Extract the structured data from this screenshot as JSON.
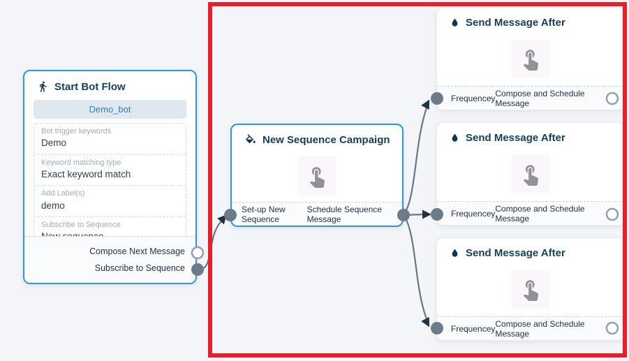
{
  "canvas": {
    "background_color": "#f4f5f8"
  },
  "annotation_box": {
    "color": "#e81e29"
  },
  "colors": {
    "node_accent_blue": "#2b96e4",
    "header_text": "#173e57",
    "connector_gray": "#6a7580",
    "port_fill_gray": "#6d7a88",
    "arrow_navy": "#1d3347",
    "bot_name_text": "#2f7fc1",
    "bot_name_bg": "#dfe7ef"
  },
  "start_node": {
    "icon": "walking-person-icon",
    "title": "Start Bot Flow",
    "bot_name": "Demo_bot",
    "fields": [
      {
        "label": "Bot trigger keywords",
        "value": "Demo"
      },
      {
        "label": "Keyword matching type",
        "value": "Exact keyword match"
      },
      {
        "label": "Add Label(s)",
        "value": "demo"
      },
      {
        "label": "Subscribe to Sequence",
        "value": "New sequence"
      }
    ],
    "outputs": [
      {
        "label": "Compose Next Message",
        "connected": false
      },
      {
        "label": "Subscribe to Sequence",
        "connected": true
      }
    ]
  },
  "sequence_node": {
    "icon": "paint-bucket-icon",
    "title": "New Sequence Campaign",
    "center_icon": "tap-hand-icon",
    "input_label": "Set-up New Sequence",
    "output_label": "Schedule Sequence Message"
  },
  "message_nodes": [
    {
      "icon": "water-droplet-icon",
      "title": "Send Message After",
      "center_icon": "tap-hand-icon",
      "input_label": "Frequencey",
      "output_label": "Compose and Schedule Message"
    },
    {
      "icon": "water-droplet-icon",
      "title": "Send Message After",
      "center_icon": "tap-hand-icon",
      "input_label": "Frequencey",
      "output_label": "Compose and Schedule Message"
    },
    {
      "icon": "water-droplet-icon",
      "title": "Send Message After",
      "center_icon": "tap-hand-icon",
      "input_label": "Frequencey",
      "output_label": "Compose and Schedule Message"
    }
  ]
}
